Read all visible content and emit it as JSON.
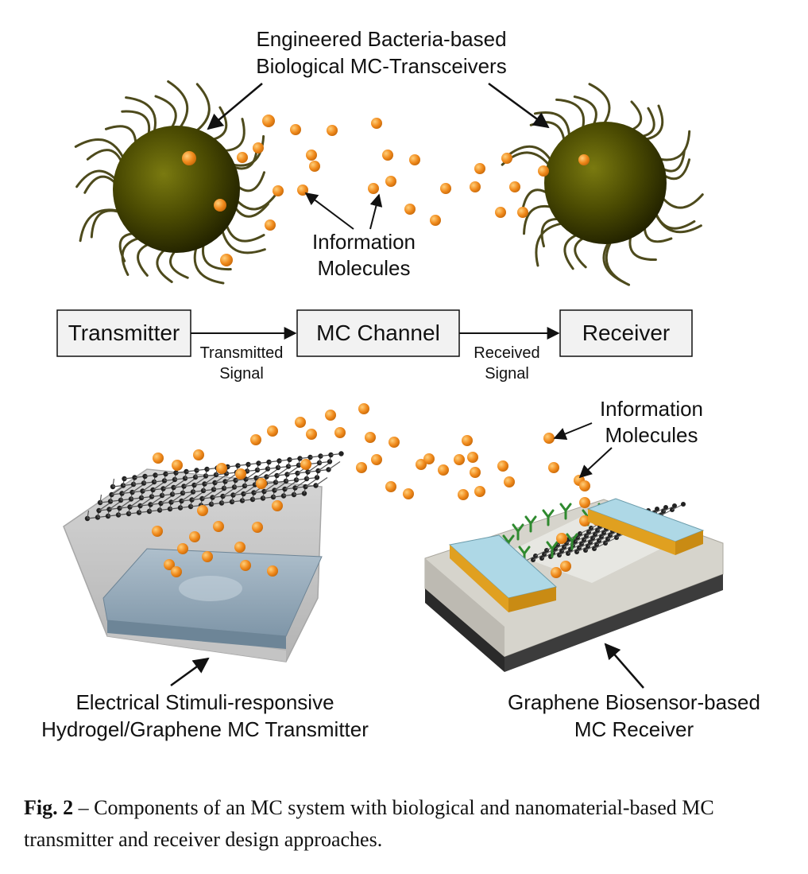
{
  "labels": {
    "bacteria_title_line1": "Engineered Bacteria-based",
    "bacteria_title_line2": "Biological MC-Transceivers",
    "info_molecules_top_line1": "Information",
    "info_molecules_top_line2": "Molecules",
    "transmitted_signal_line1": "Transmitted",
    "transmitted_signal_line2": "Signal",
    "received_signal_line1": "Received",
    "received_signal_line2": "Signal",
    "info_molecules_bottom_line1": "Information",
    "info_molecules_bottom_line2": "Molecules",
    "transmitter_device_line1": "Electrical Stimuli-responsive",
    "transmitter_device_line2": "Hydrogel/Graphene MC Transmitter",
    "receiver_device_line1": "Graphene Biosensor-based",
    "receiver_device_line2": "MC Receiver"
  },
  "blocks": {
    "transmitter": "Transmitter",
    "channel": "MC Channel",
    "receiver": "Receiver"
  },
  "caption": {
    "label": "Fig. 2",
    "text": " – Components of an MC system with biological and nanomaterial-based MC transmitter and receiver design approaches."
  },
  "colors": {
    "molecule": "#f08a1c",
    "bacterium": "#3a3a00",
    "flagella": "#4d4a1c",
    "hydrogel": "#9fb3c2",
    "electrode": "#aed8e6",
    "gold": "#e0a020",
    "antibody": "#2f8a2f"
  }
}
